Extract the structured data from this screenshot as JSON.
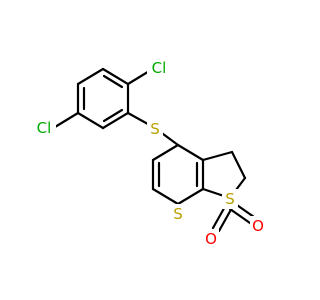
{
  "atoms": [
    {
      "id": "cl1",
      "symbol": "Cl",
      "color": "#00aa00"
    },
    {
      "id": "cl2",
      "symbol": "Cl",
      "color": "#00aa00"
    },
    {
      "id": "s_thioether",
      "symbol": "S",
      "color": "#b8a000"
    },
    {
      "id": "s_ring",
      "symbol": "S",
      "color": "#b8a000"
    },
    {
      "id": "s_sulfone",
      "symbol": "S",
      "color": "#b8a000"
    },
    {
      "id": "o1",
      "symbol": "O",
      "color": "#ff0000"
    },
    {
      "id": "o2",
      "symbol": "O",
      "color": "#ff0000"
    }
  ]
}
